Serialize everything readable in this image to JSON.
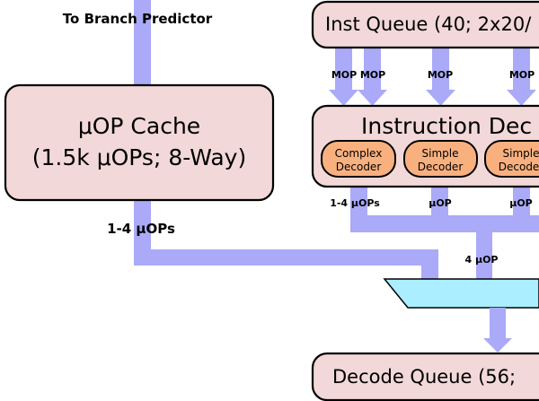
{
  "labels": {
    "branch_predictor": "To Branch  Predictor",
    "uop_cache_line1": "μOP  Cache",
    "uop_cache_line2": "(1.5k μOPs; 8-Way)",
    "uop_cache_output": "1-4 μOPs",
    "inst_queue": "Inst Queue (40; 2x20/",
    "instruction_decoder": "Instruction Dec",
    "complex_decoder_line1": "Complex",
    "complex_decoder_line2": "Decoder",
    "simple_decoder_line1": "Simple",
    "simple_decoder_line2": "Decoder",
    "mop_1": "MOP",
    "mop_2": "MOP",
    "mop_3": "MOP",
    "mop_4": "MOP",
    "decoder_out_1": "1-4 μOPs",
    "decoder_out_2": "μOP",
    "decoder_out_3": "μOP",
    "merge_out": "4 μOP",
    "decode_queue": "Decode Queue (56;"
  },
  "colors": {
    "block_fill": "#f2d8d8",
    "decoder_fill": "#f9b07f",
    "flow": "#aaaaf8",
    "mux_fill": "#aaeeff"
  }
}
